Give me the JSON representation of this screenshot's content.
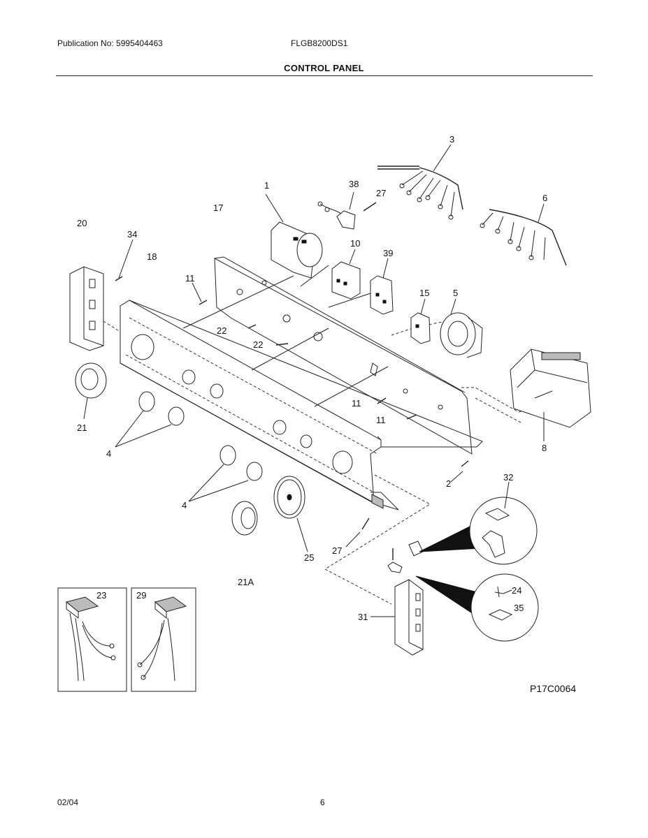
{
  "header": {
    "publication": "Publication No: 5995404463",
    "model": "FLGB8200DS1",
    "title": "CONTROL PANEL"
  },
  "footer": {
    "date": "02/04",
    "page": "6"
  },
  "figure_code": "P17C0064",
  "callouts": {
    "c1": "1",
    "c2": "2",
    "c3": "3",
    "c4a": "4",
    "c4b": "4",
    "c5": "5",
    "c6": "6",
    "c8": "8",
    "c10": "10",
    "c11a": "11",
    "c11b": "11",
    "c11c": "11",
    "c15": "15",
    "c17": "17",
    "c18": "18",
    "c20": "20",
    "c21": "21",
    "c21a": "21A",
    "c22a": "22",
    "c22b": "22",
    "c23": "23",
    "c24": "24",
    "c25": "25",
    "c27a": "27",
    "c27b": "27",
    "c29": "29",
    "c31": "31",
    "c32": "32",
    "c34": "34",
    "c35": "35",
    "c38": "38",
    "c39": "39"
  }
}
